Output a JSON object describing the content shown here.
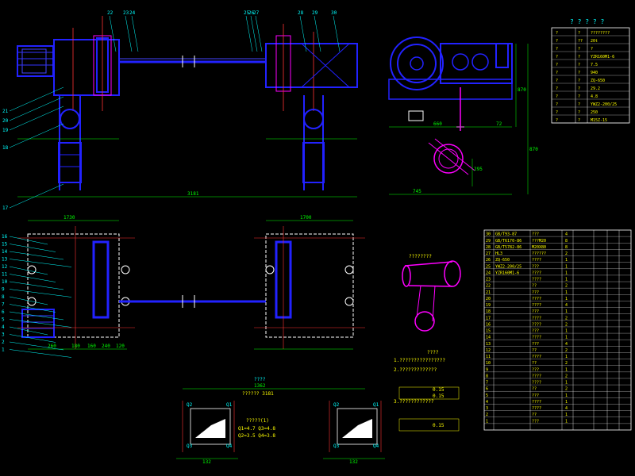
{
  "colors": {
    "background": "#000000",
    "machine": "#2222ff",
    "dimension": "#00ff00",
    "leader": "#00ffff",
    "table": "#ffffff",
    "text": "#ffff00",
    "accent": "#ff00ff",
    "centerline": "#ff3333"
  },
  "top_view": {
    "callouts_top": [
      "22",
      "23",
      "24",
      "25",
      "26",
      "27",
      "28",
      "29",
      "30"
    ],
    "callouts_left": [
      "21",
      "20",
      "19",
      "18",
      "17"
    ],
    "dim_span": "3181"
  },
  "plan_view": {
    "callouts_left": [
      "16",
      "15",
      "14",
      "13",
      "12",
      "11",
      "10",
      "9",
      "8",
      "7",
      "6",
      "5",
      "4",
      "3",
      "2",
      "1"
    ],
    "dim_top_left": "1730",
    "dim_top_right": "1700",
    "dim_bottom": [
      "260",
      "180",
      "160",
      "240",
      "120"
    ]
  },
  "side_view": {
    "dims": [
      "870",
      "660",
      "870",
      "295",
      "745"
    ]
  },
  "spec_table": {
    "title": "? ? ? ? ?",
    "rows": [
      [
        "?",
        "?",
        "????????"
      ],
      [
        "?",
        "??",
        "20t"
      ],
      [
        "?",
        "?",
        "?"
      ],
      [
        "?",
        "?",
        "YZR160M1-6"
      ],
      [
        "?",
        "?",
        "7.5"
      ],
      [
        "?",
        "?",
        "940"
      ],
      [
        "?",
        "?",
        "ZQ-650"
      ],
      [
        "?",
        "?",
        "29.2"
      ],
      [
        "?",
        "?",
        "4.8"
      ],
      [
        "?",
        "?",
        "YWZ2-200/25"
      ],
      [
        "?",
        "?",
        "250"
      ],
      [
        "?",
        "?",
        "M15Z-15"
      ]
    ]
  },
  "bom_table": {
    "rows": [
      [
        "30",
        "GB/T93-87",
        "???",
        "4",
        "",
        "",
        ""
      ],
      [
        "29",
        "GB/T6170-86",
        "???M20",
        "8",
        "",
        "",
        ""
      ],
      [
        "28",
        "GB/T5782-86",
        "M20X80",
        "8",
        "",
        "",
        ""
      ],
      [
        "27",
        "HL3",
        "??????",
        "2",
        "",
        "",
        ""
      ],
      [
        "26",
        "ZQ-650",
        "????",
        "1",
        "",
        "",
        ""
      ],
      [
        "25",
        "YWZ2-200/25",
        "???",
        "1",
        "",
        "",
        ""
      ],
      [
        "24",
        "YZR160M1-6",
        "????",
        "1",
        "",
        "",
        ""
      ],
      [
        "23",
        "",
        "????",
        "1",
        "",
        "",
        ""
      ],
      [
        "22",
        "",
        "??",
        "2",
        "",
        "",
        ""
      ],
      [
        "21",
        "",
        "???",
        "1",
        "",
        "",
        ""
      ],
      [
        "20",
        "",
        "????",
        "1",
        "",
        "",
        ""
      ],
      [
        "19",
        "",
        "????",
        "4",
        "",
        "",
        ""
      ],
      [
        "18",
        "",
        "???",
        "1",
        "",
        "",
        ""
      ],
      [
        "17",
        "",
        "????",
        "2",
        "",
        "",
        ""
      ],
      [
        "16",
        "",
        "????",
        "2",
        "",
        "",
        ""
      ],
      [
        "15",
        "",
        "???",
        "1",
        "",
        "",
        ""
      ],
      [
        "14",
        "",
        "????",
        "1",
        "",
        "",
        ""
      ],
      [
        "13",
        "",
        "???",
        "4",
        "",
        "",
        ""
      ],
      [
        "12",
        "",
        "??",
        "2",
        "",
        "",
        ""
      ],
      [
        "11",
        "",
        "????",
        "1",
        "",
        "",
        ""
      ],
      [
        "10",
        "",
        "??",
        "2",
        "",
        "",
        ""
      ],
      [
        "9",
        "",
        "???",
        "1",
        "",
        "",
        ""
      ],
      [
        "8",
        "",
        "????",
        "2",
        "",
        "",
        ""
      ],
      [
        "7",
        "",
        "????",
        "1",
        "",
        "",
        ""
      ],
      [
        "6",
        "",
        "??",
        "2",
        "",
        "",
        ""
      ],
      [
        "5",
        "",
        "???",
        "1",
        "",
        "",
        ""
      ],
      [
        "4",
        "",
        "????",
        "1",
        "",
        "",
        ""
      ],
      [
        "3",
        "",
        "????",
        "4",
        "",
        "",
        ""
      ],
      [
        "2",
        "",
        "??",
        "1",
        "",
        "",
        ""
      ],
      [
        "1",
        "",
        "???",
        "1",
        "",
        "",
        ""
      ]
    ]
  },
  "notes": {
    "title": "????",
    "line1": "1.????????????????",
    "line2": "2.?????????????",
    "line3": "3.????????????",
    "values": [
      "0.15",
      "0.15",
      "0.15"
    ]
  },
  "bottom": {
    "center_title": "????",
    "center_dim": "1362",
    "center_sub": "?????? 3181",
    "formula_title": "?????(1)",
    "formula_l1": "Q1=4.7  Q3=4.8",
    "formula_l2": "Q2=3.5  Q4=3.8",
    "left_labels": [
      "Q2",
      "Q1",
      "Q3",
      "Q4"
    ],
    "right_labels": [
      "Q2",
      "Q1",
      "Q3",
      "Q4"
    ],
    "dim_small": "132"
  }
}
